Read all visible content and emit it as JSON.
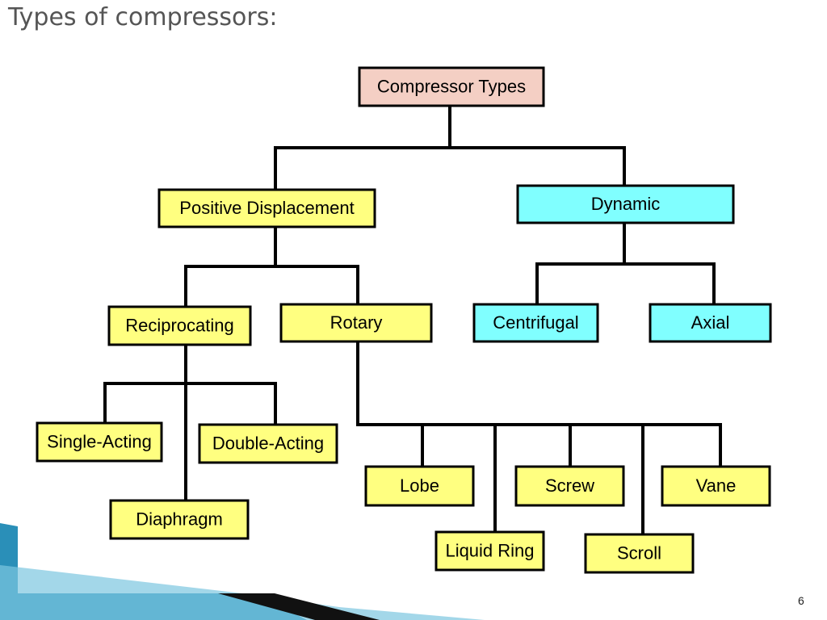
{
  "slide": {
    "title": "Types of compressors:",
    "page_number": "6"
  },
  "colors": {
    "root_fill": "#f4cfc4",
    "positive_fill": "#ffff80",
    "dynamic_fill": "#80ffff",
    "border": "#000000",
    "title_color": "#555555",
    "deco_blue": "#2a8fb8",
    "deco_dark": "#111111"
  },
  "diagram": {
    "nodes": [
      {
        "id": "root",
        "label": "Compressor Types",
        "color": "root_fill"
      },
      {
        "id": "positive",
        "label": "Positive Displacement",
        "color": "positive_fill"
      },
      {
        "id": "dynamic",
        "label": "Dynamic",
        "color": "dynamic_fill"
      },
      {
        "id": "reciprocating",
        "label": "Reciprocating",
        "color": "positive_fill"
      },
      {
        "id": "rotary",
        "label": "Rotary",
        "color": "positive_fill"
      },
      {
        "id": "centrifugal",
        "label": "Centrifugal",
        "color": "dynamic_fill"
      },
      {
        "id": "axial",
        "label": "Axial",
        "color": "dynamic_fill"
      },
      {
        "id": "single",
        "label": "Single-Acting",
        "color": "positive_fill"
      },
      {
        "id": "double",
        "label": "Double-Acting",
        "color": "positive_fill"
      },
      {
        "id": "diaphragm",
        "label": "Diaphragm",
        "color": "positive_fill"
      },
      {
        "id": "lobe",
        "label": "Lobe",
        "color": "positive_fill"
      },
      {
        "id": "screw",
        "label": "Screw",
        "color": "positive_fill"
      },
      {
        "id": "vane",
        "label": "Vane",
        "color": "positive_fill"
      },
      {
        "id": "liquid",
        "label": "Liquid Ring",
        "color": "positive_fill"
      },
      {
        "id": "scroll",
        "label": "Scroll",
        "color": "positive_fill"
      }
    ],
    "edges": [
      {
        "from": "root",
        "to": "positive"
      },
      {
        "from": "root",
        "to": "dynamic"
      },
      {
        "from": "positive",
        "to": "reciprocating"
      },
      {
        "from": "positive",
        "to": "rotary"
      },
      {
        "from": "dynamic",
        "to": "centrifugal"
      },
      {
        "from": "dynamic",
        "to": "axial"
      },
      {
        "from": "reciprocating",
        "to": "single"
      },
      {
        "from": "reciprocating",
        "to": "double"
      },
      {
        "from": "reciprocating",
        "to": "diaphragm"
      },
      {
        "from": "rotary",
        "to": "lobe"
      },
      {
        "from": "rotary",
        "to": "liquid"
      },
      {
        "from": "rotary",
        "to": "screw"
      },
      {
        "from": "rotary",
        "to": "scroll"
      },
      {
        "from": "rotary",
        "to": "vane"
      }
    ]
  }
}
